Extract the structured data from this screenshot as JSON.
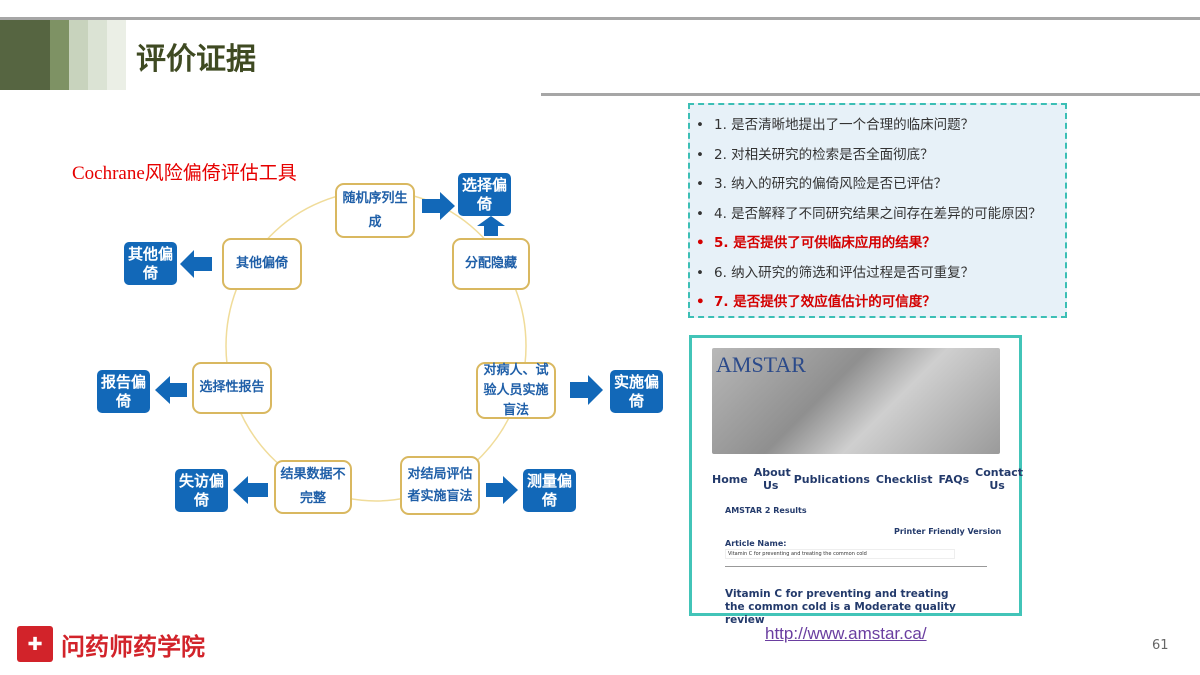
{
  "header": {
    "title": "评价证据",
    "colors": [
      "#566541",
      "#7e9264",
      "#c8d3bd",
      "#dbe3d4",
      "#ebefe6"
    ]
  },
  "diagram": {
    "title": "Cochrane风险偏倚评估工具",
    "nodes": {
      "random": "随机序列生成",
      "conceal": "分配隐藏",
      "blind_p": "对病人、试验人员实施盲法",
      "blind_o": "对结局评估者实施盲法",
      "incomplete": "结果数据不完整",
      "selective": "选择性报告",
      "other": "其他偏倚"
    },
    "outcomes": {
      "selection": "选择偏倚",
      "performance": "实施偏倚",
      "detection": "测量偏倚",
      "attrition": "失访偏倚",
      "reporting": "报告偏倚",
      "other": "其他偏倚"
    }
  },
  "questions": [
    {
      "text": "1. 是否清晰地提出了一个合理的临床问题？",
      "highlight": false
    },
    {
      "text": "2. 对相关研究的检索是否全面彻底？",
      "highlight": false
    },
    {
      "text": "3. 纳入的研究的偏倚风险是否已评估？",
      "highlight": false
    },
    {
      "text": "4. 是否解释了不同研究结果之间存在差异的可能原因？",
      "highlight": false
    },
    {
      "text": "5. 是否提供了可供临床应用的结果？",
      "highlight": true
    },
    {
      "text": "6. 纳入研究的筛选和评估过程是否可重复？",
      "highlight": false
    },
    {
      "text": "7. 是否提供了效应值估计的可信度？",
      "highlight": true
    }
  ],
  "amstar": {
    "logo": "AMSTAR",
    "nav": [
      "Home",
      "About Us",
      "Publications",
      "Checklist",
      "FAQs",
      "Contact Us"
    ],
    "results_title": "AMSTAR 2 Results",
    "printer": "Printer Friendly Version",
    "article_label": "Article Name:",
    "article_value": "Vitamin C for preventing and treating the common cold",
    "verdict": "Vitamin C for preventing and treating the common cold is a Moderate quality review"
  },
  "url": "http://www.amstar.ca/",
  "page_number": "61",
  "footer_logo": "问药师药学院"
}
